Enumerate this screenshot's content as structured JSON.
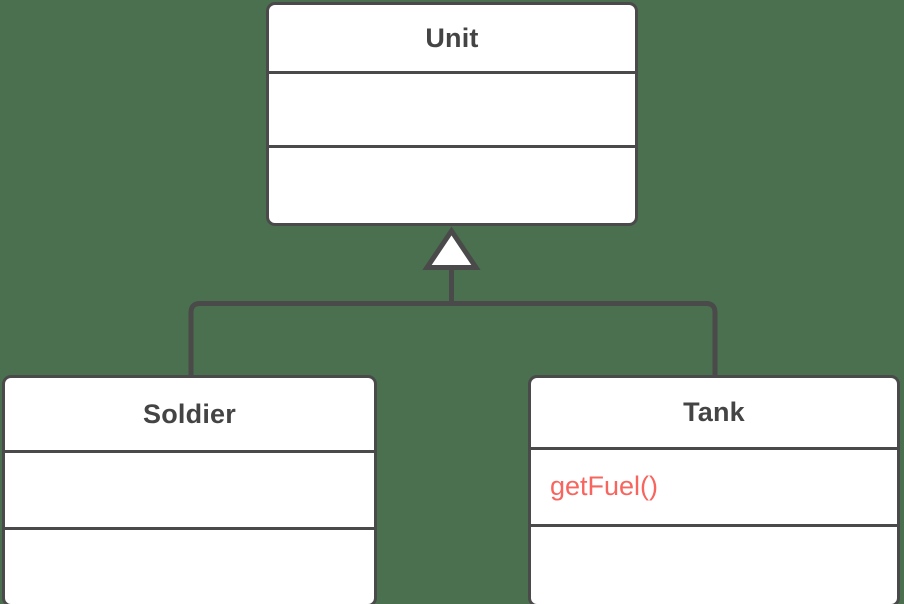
{
  "diagram": {
    "type": "uml-class-diagram",
    "background_color": "#4a7050",
    "border_color": "#4a4a4a",
    "text_color": "#444444",
    "highlight_color": "#f8655f",
    "classes": [
      {
        "id": "unit",
        "name": "Unit",
        "role": "superclass",
        "attributes": [],
        "operations": []
      },
      {
        "id": "soldier",
        "name": "Soldier",
        "role": "subclass",
        "attributes": [],
        "operations": []
      },
      {
        "id": "tank",
        "name": "Tank",
        "role": "subclass",
        "attributes": [
          "getFuel()"
        ],
        "operations": []
      }
    ],
    "relationships": [
      {
        "kind": "generalization",
        "marker": "hollow-triangle",
        "from": "Soldier",
        "to": "Unit"
      },
      {
        "kind": "generalization",
        "marker": "hollow-triangle",
        "from": "Tank",
        "to": "Unit"
      }
    ]
  }
}
